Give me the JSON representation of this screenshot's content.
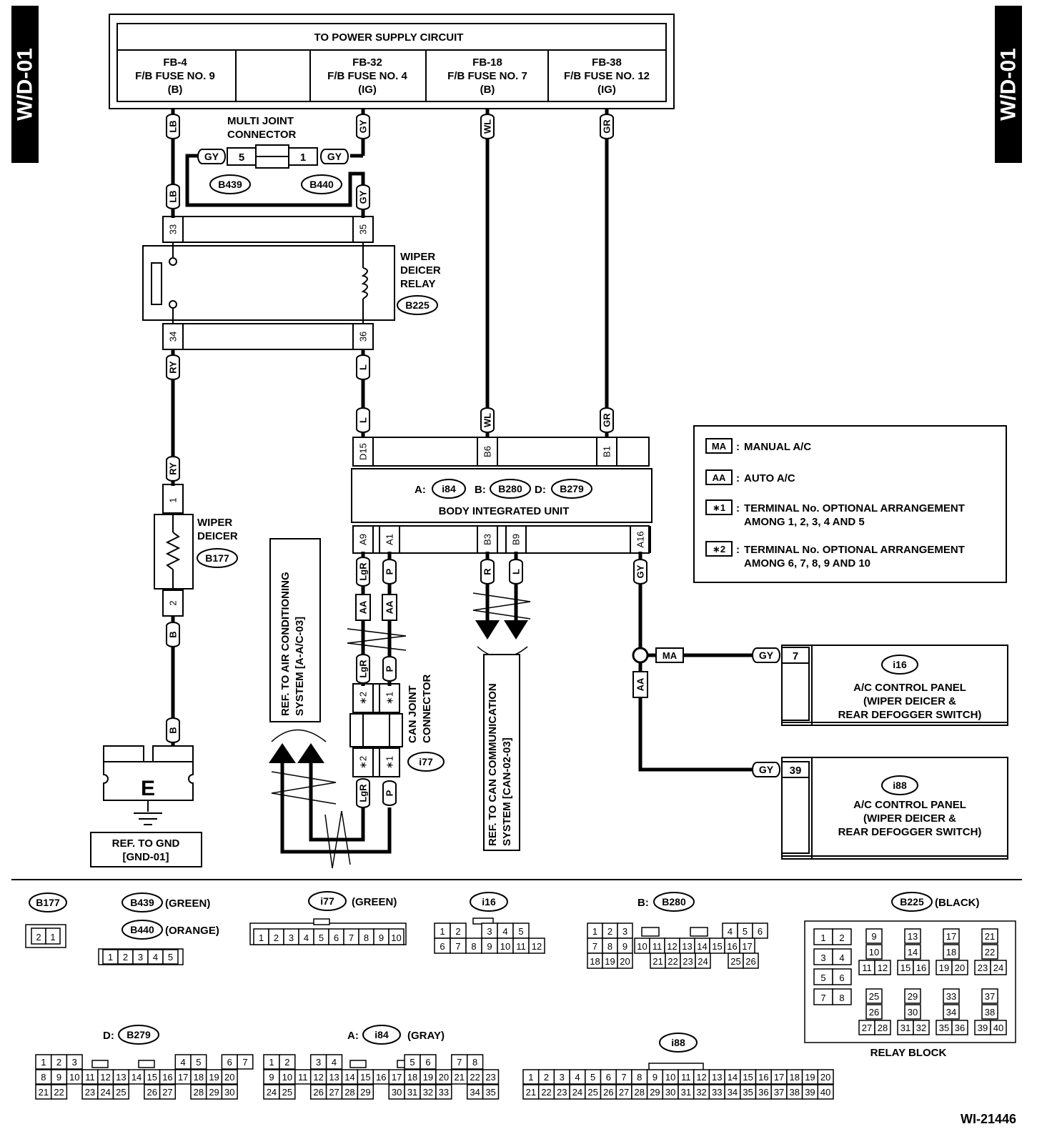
{
  "page_tag": "W/D-01",
  "figure_id": "WI-21446",
  "power": {
    "title": "TO POWER SUPPLY CIRCUIT",
    "fuses": [
      {
        "line1": "FB-4",
        "line2": "F/B FUSE NO. 9",
        "line3": "(B)"
      },
      {
        "line1": "FB-32",
        "line2": "F/B FUSE NO. 4",
        "line3": "(IG)"
      },
      {
        "line1": "FB-18",
        "line2": "F/B FUSE NO. 7",
        "line3": "(B)"
      },
      {
        "line1": "FB-38",
        "line2": "F/B FUSE NO. 12",
        "line3": "(IG)"
      }
    ]
  },
  "mjc": {
    "line1": "MULTI JOINT",
    "line2": "CONNECTOR",
    "pin_left": "5",
    "pin_right": "1",
    "conn_left": "B439",
    "conn_right": "B440"
  },
  "wires": {
    "lb": "LB",
    "gy": "GY",
    "wl": "WL",
    "gr": "GR",
    "ry": "RY",
    "l": "L",
    "b": "B",
    "lgr": "LgR",
    "p": "P",
    "r": "R"
  },
  "relay": {
    "line1": "WIPER",
    "line2": "DEICER",
    "line3": "RELAY",
    "conn": "B225",
    "pins": [
      "33",
      "35",
      "34",
      "36"
    ]
  },
  "deicer": {
    "line1": "WIPER",
    "line2": "DEICER",
    "conn": "B177",
    "pin1": "1",
    "pin2": "2"
  },
  "ground": {
    "label": "E",
    "ref1": "REF. TO GND",
    "ref2": "[GND-01]"
  },
  "biu": {
    "title": "BODY INTEGRATED UNIT",
    "a": "A:",
    "a_conn": "i84",
    "b": "B:",
    "b_conn": "B280",
    "d": "D:",
    "d_conn": "B279",
    "top_pins": [
      "D15",
      "B6",
      "B1"
    ],
    "bot_pins": [
      "A9",
      "A1",
      "B3",
      "B9",
      "A16"
    ]
  },
  "ac_ref": {
    "line1": "REF. TO AIR CONDITIONING",
    "line2": "SYSTEM [A-A/C-03]"
  },
  "can_ref": {
    "line1": "REF. TO CAN COMMUNICATION",
    "line2": "SYSTEM [CAN-02-03]"
  },
  "can_jc": {
    "line1": "CAN JOINT",
    "line2": "CONNECTOR",
    "conn": "i77",
    "star2": "∗2",
    "star1": "∗1"
  },
  "tags": {
    "ma": "MA",
    "aa": "AA"
  },
  "legend": [
    {
      "key": "MA",
      "text": "MANUAL A/C",
      "text2": ""
    },
    {
      "key": "AA",
      "text": "AUTO A/C",
      "text2": ""
    },
    {
      "key": "∗1",
      "text": "TERMINAL No. OPTIONAL ARRANGEMENT",
      "text2": "AMONG 1, 2, 3, 4 AND 5"
    },
    {
      "key": "∗2",
      "text": "TERMINAL No. OPTIONAL ARRANGEMENT",
      "text2": "AMONG 6, 7, 8, 9 AND 10"
    }
  ],
  "panels": [
    {
      "conn": "i16",
      "pin": "7",
      "line1": "A/C CONTROL PANEL",
      "line2": "(WIPER DEICER &",
      "line3": "REAR DEFOGGER SWITCH)"
    },
    {
      "conn": "i88",
      "pin": "39",
      "line1": "A/C CONTROL PANEL",
      "line2": "(WIPER DEICER &",
      "line3": "REAR DEFOGGER SWITCH)"
    }
  ],
  "connectors": {
    "b177": {
      "name": "B177",
      "pins": [
        "2",
        "1"
      ]
    },
    "b439": {
      "name": "B439",
      "color": "(GREEN)"
    },
    "b440": {
      "name": "B440",
      "color": "(ORANGE)",
      "pins": [
        "1",
        "2",
        "3",
        "4",
        "5"
      ]
    },
    "i77": {
      "name": "i77",
      "color": "(GREEN)",
      "pins": [
        "1",
        "2",
        "3",
        "4",
        "5",
        "6",
        "7",
        "8",
        "9",
        "10"
      ]
    },
    "i16": {
      "name": "i16",
      "row1": [
        "1",
        "2",
        "",
        "3",
        "4",
        "5"
      ],
      "row2": [
        "6",
        "7",
        "8",
        "9",
        "10",
        "11",
        "12"
      ]
    },
    "b280": {
      "prefix": "B:",
      "name": "B280",
      "row1": [
        "1",
        "2",
        "3",
        "",
        "",
        "",
        "",
        "",
        "",
        "4",
        "5",
        "6"
      ],
      "row2": [
        "7",
        "8",
        "9",
        "10",
        "11",
        "12",
        "13",
        "14",
        "15",
        "16",
        "17"
      ],
      "row3": [
        "18",
        "19",
        "20",
        "",
        "21",
        "22",
        "23",
        "24",
        "",
        "25",
        "26"
      ]
    },
    "b225": {
      "name": "B225",
      "color": "(BLACK)",
      "caption": "RELAY BLOCK",
      "pairs": [
        [
          "1",
          "2"
        ],
        [
          "3",
          "4"
        ],
        [
          "5",
          "6"
        ],
        [
          "7",
          "8"
        ]
      ],
      "groups": [
        [
          "9",
          "10",
          "11",
          "12"
        ],
        [
          "13",
          "14",
          "15",
          "16"
        ],
        [
          "17",
          "18",
          "19",
          "20"
        ],
        [
          "21",
          "22",
          "23",
          "24"
        ],
        [
          "25",
          "26",
          "27",
          "28"
        ],
        [
          "29",
          "30",
          "31",
          "32"
        ],
        [
          "33",
          "34",
          "35",
          "36"
        ],
        [
          "37",
          "38",
          "39",
          "40"
        ]
      ]
    },
    "b279": {
      "prefix": "D:",
      "name": "B279",
      "row1": [
        "1",
        "2",
        "3",
        "",
        "",
        "",
        "",
        "",
        "",
        "4",
        "5",
        "",
        "6",
        "7"
      ],
      "row2": [
        "8",
        "9",
        "10",
        "11",
        "12",
        "13",
        "14",
        "15",
        "16",
        "17",
        "18",
        "19",
        "20"
      ],
      "row3": [
        "21",
        "22",
        "",
        "23",
        "24",
        "25",
        "",
        "26",
        "27",
        "",
        "28",
        "29",
        "30"
      ]
    },
    "i84": {
      "prefix": "A:",
      "name": "i84",
      "color": "(GRAY)",
      "row1": [
        "1",
        "2",
        "",
        "3",
        "4",
        "",
        "",
        "",
        "",
        "5",
        "6",
        "",
        "7",
        "8"
      ],
      "row2": [
        "9",
        "10",
        "11",
        "12",
        "13",
        "14",
        "15",
        "16",
        "17",
        "18",
        "19",
        "20",
        "21",
        "22",
        "23"
      ],
      "row3": [
        "24",
        "25",
        "",
        "26",
        "27",
        "28",
        "29",
        "",
        "30",
        "31",
        "32",
        "33",
        "",
        "34",
        "35"
      ]
    },
    "i88": {
      "name": "i88",
      "row1": [
        "1",
        "2",
        "3",
        "4",
        "5",
        "6",
        "7",
        "8",
        "9",
        "10",
        "11",
        "12",
        "13",
        "14",
        "15",
        "16",
        "17",
        "18",
        "19",
        "20"
      ],
      "row2": [
        "21",
        "22",
        "23",
        "24",
        "25",
        "26",
        "27",
        "28",
        "29",
        "30",
        "31",
        "32",
        "33",
        "34",
        "35",
        "36",
        "37",
        "38",
        "39",
        "40"
      ]
    }
  }
}
